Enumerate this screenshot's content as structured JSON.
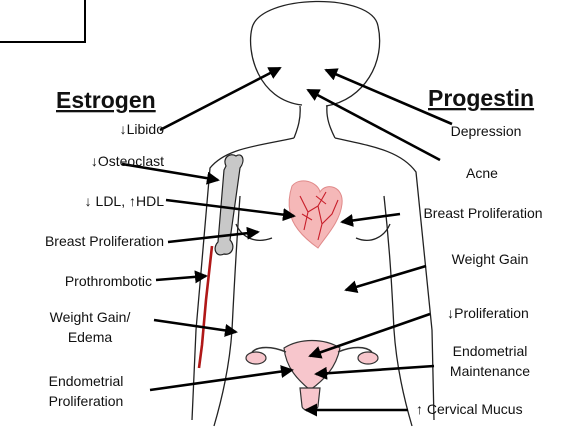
{
  "headers": {
    "left": "Estrogen",
    "right": "Progestin"
  },
  "estrogen_effects": {
    "libido": "↓Libido",
    "osteoclast": "↓Osteoclast",
    "lipids": "↓ LDL, ↑HDL",
    "breast": "Breast Proliferation",
    "clotting": "Prothrombotic",
    "weight_line1": "Weight Gain/",
    "weight_line2": "Edema",
    "endometrium_line1": "Endometrial",
    "endometrium_line2": "Proliferation"
  },
  "progestin_effects": {
    "mood": "Depression",
    "skin": "Acne",
    "breast": "Breast Proliferation",
    "weight": "Weight Gain",
    "proliferation": "↓Proliferation",
    "endometrium_line1": "Endometrial",
    "endometrium_line2": "Maintenance",
    "cervix": "↑ Cervical Mucus"
  },
  "colors": {
    "arrow": "#000000",
    "outline": "#222222",
    "bone": "#c8c8c8",
    "vein": "#b01818",
    "heart": "#f5b8b8",
    "heart_vessels": "#c81e2a",
    "uterus": "#f7c6cc"
  },
  "icons": [
    "body-outline",
    "heart-icon",
    "uterus-icon",
    "bone-icon",
    "vein-icon"
  ]
}
